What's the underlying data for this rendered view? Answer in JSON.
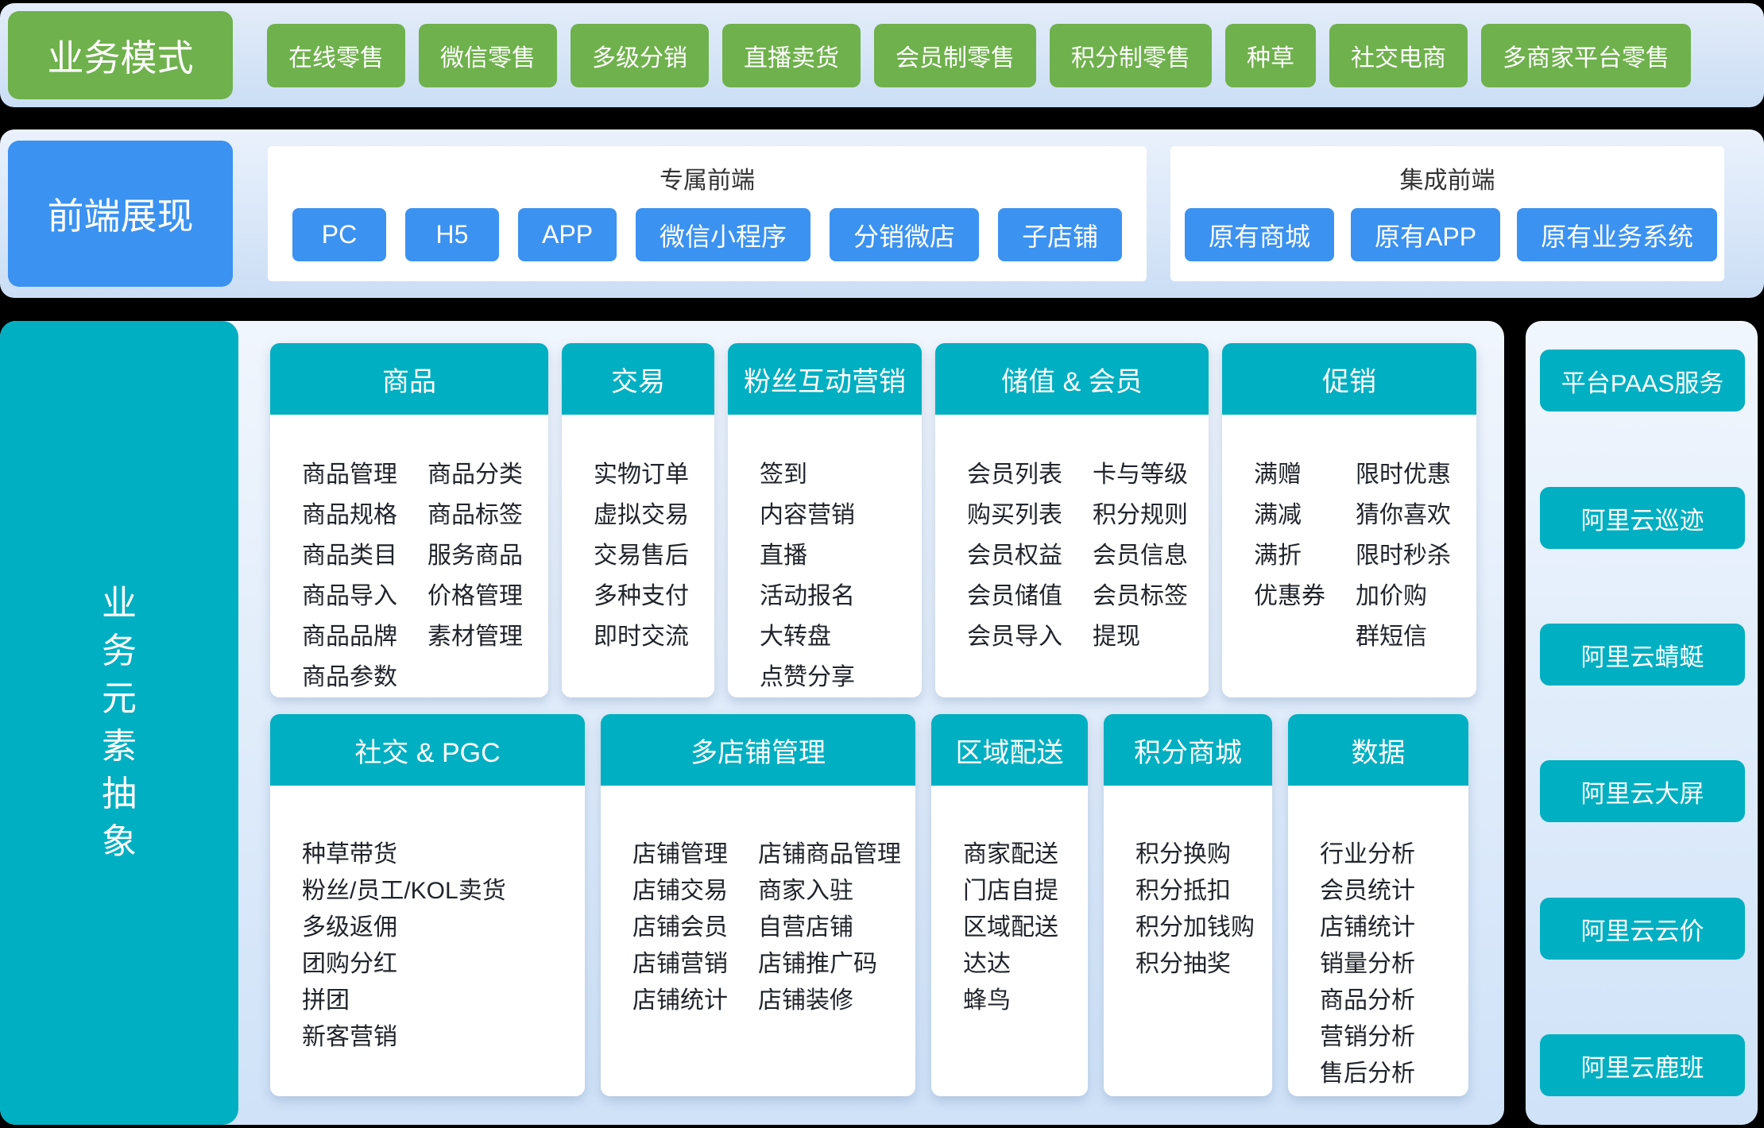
{
  "colors": {
    "page_bg": "#000000",
    "green": "#6FB14C",
    "blue": "#3B92F0",
    "teal": "#00AFC2",
    "panel_bg_top": "#F1F6FD",
    "panel_bg_bottom": "#CFE2F8",
    "card_text": "#20242A"
  },
  "business_models": {
    "label": "业务模式",
    "items": [
      "在线零售",
      "微信零售",
      "多级分销",
      "直播卖货",
      "会员制零售",
      "积分制零售",
      "种草",
      "社交电商",
      "多商家平台零售"
    ]
  },
  "frontend": {
    "label": "前端展现",
    "panels": [
      {
        "title": "专属前端",
        "buttons": [
          "PC",
          "H5",
          "APP",
          "微信小程序",
          "分销微店",
          "子店铺"
        ]
      },
      {
        "title": "集成前端",
        "buttons": [
          "原有商城",
          "原有APP",
          "原有业务系统"
        ]
      }
    ]
  },
  "abstraction": {
    "label": "业务元素抽象",
    "top_cards": [
      {
        "key": "goods",
        "title": "商品",
        "columns": [
          [
            "商品管理",
            "商品规格",
            "商品类目",
            "商品导入",
            "商品品牌",
            "商品参数"
          ],
          [
            "商品分类",
            "商品标签",
            "服务商品",
            "价格管理",
            "素材管理"
          ]
        ]
      },
      {
        "key": "trade",
        "title": "交易",
        "columns": [
          [
            "实物订单",
            "虚拟交易",
            "交易售后",
            "多种支付",
            "即时交流"
          ]
        ]
      },
      {
        "key": "fans",
        "title": "粉丝互动营销",
        "columns": [
          [
            "签到",
            "内容营销",
            "直播",
            "活动报名",
            "大转盘",
            "点赞分享"
          ]
        ]
      },
      {
        "key": "member",
        "title": "储值 & 会员",
        "columns": [
          [
            "会员列表",
            "购买列表",
            "会员权益",
            "会员储值",
            "会员导入"
          ],
          [
            "卡与等级",
            "积分规则",
            "会员信息",
            "会员标签",
            "提现"
          ]
        ]
      },
      {
        "key": "promo",
        "title": "促销",
        "columns": [
          [
            "满赠",
            "满减",
            "满折",
            "优惠券"
          ],
          [
            "限时优惠",
            "猜你喜欢",
            "限时秒杀",
            "加价购",
            "群短信"
          ]
        ]
      }
    ],
    "bottom_cards": [
      {
        "key": "social",
        "title": "社交 & PGC",
        "columns": [
          [
            "种草带货",
            "粉丝/员工/KOL卖货",
            "多级返佣",
            "团购分红",
            "拼团",
            "新客营销"
          ]
        ]
      },
      {
        "key": "multistore",
        "title": "多店铺管理",
        "columns": [
          [
            "店铺管理",
            "店铺交易",
            "店铺会员",
            "店铺营销",
            "店铺统计"
          ],
          [
            "店铺商品管理",
            "商家入驻",
            "自营店铺",
            "店铺推广码",
            "店铺装修"
          ]
        ]
      },
      {
        "key": "delivery",
        "title": "区域配送",
        "columns": [
          [
            "商家配送",
            "门店自提",
            "区域配送",
            "达达",
            "蜂鸟"
          ]
        ]
      },
      {
        "key": "points",
        "title": "积分商城",
        "columns": [
          [
            "积分换购",
            "积分抵扣",
            "积分加钱购",
            "积分抽奖"
          ]
        ]
      },
      {
        "key": "data",
        "title": "数据",
        "columns": [
          [
            "行业分析",
            "会员统计",
            "店铺统计",
            "销量分析",
            "商品分析",
            "营销分析",
            "售后分析"
          ]
        ]
      }
    ]
  },
  "paas": {
    "title": "平台PAAS服务",
    "services": [
      "阿里云巡迹",
      "阿里云蜻蜓",
      "阿里云大屏",
      "阿里云云价",
      "阿里云鹿班"
    ]
  }
}
